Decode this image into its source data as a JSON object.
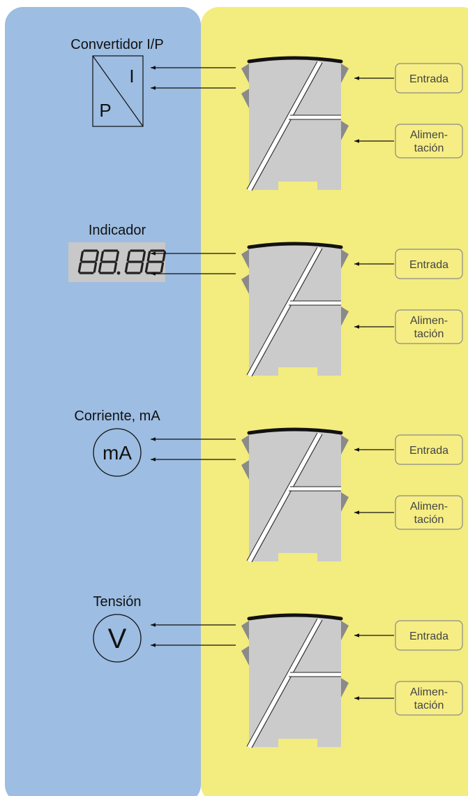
{
  "colors": {
    "left_panel": "#9dbde2",
    "right_panel": "#f3ec7e",
    "module_body": "#cbcbcb",
    "module_tab": "#8a8a8a",
    "label_box_fill": "#f6ee84",
    "label_box_border": "#8a8a8a",
    "display_bg": "#c8c8c8"
  },
  "rows": [
    {
      "id": "ip",
      "device_label": "Convertidor I/P",
      "device_type": "ip-converter",
      "device_symbol": {
        "top": "I",
        "bottom": "P"
      },
      "input_label": "Entrada",
      "supply_label_lines": [
        "Alimen-",
        "tación"
      ]
    },
    {
      "id": "indicator",
      "device_label": "Indicador",
      "device_type": "digital-display",
      "device_symbol": "88.88",
      "input_label": "Entrada",
      "supply_label_lines": [
        "Alimen-",
        "tación"
      ]
    },
    {
      "id": "current",
      "device_label": "Corriente, mA",
      "device_type": "ammeter",
      "device_symbol": "mA",
      "input_label": "Entrada",
      "supply_label_lines": [
        "Alimen-",
        "tación"
      ]
    },
    {
      "id": "voltage",
      "device_label": "Tensión",
      "device_type": "voltmeter",
      "device_symbol": "V",
      "input_label": "Entrada",
      "supply_label_lines": [
        "Alimen-",
        "tación"
      ]
    }
  ]
}
